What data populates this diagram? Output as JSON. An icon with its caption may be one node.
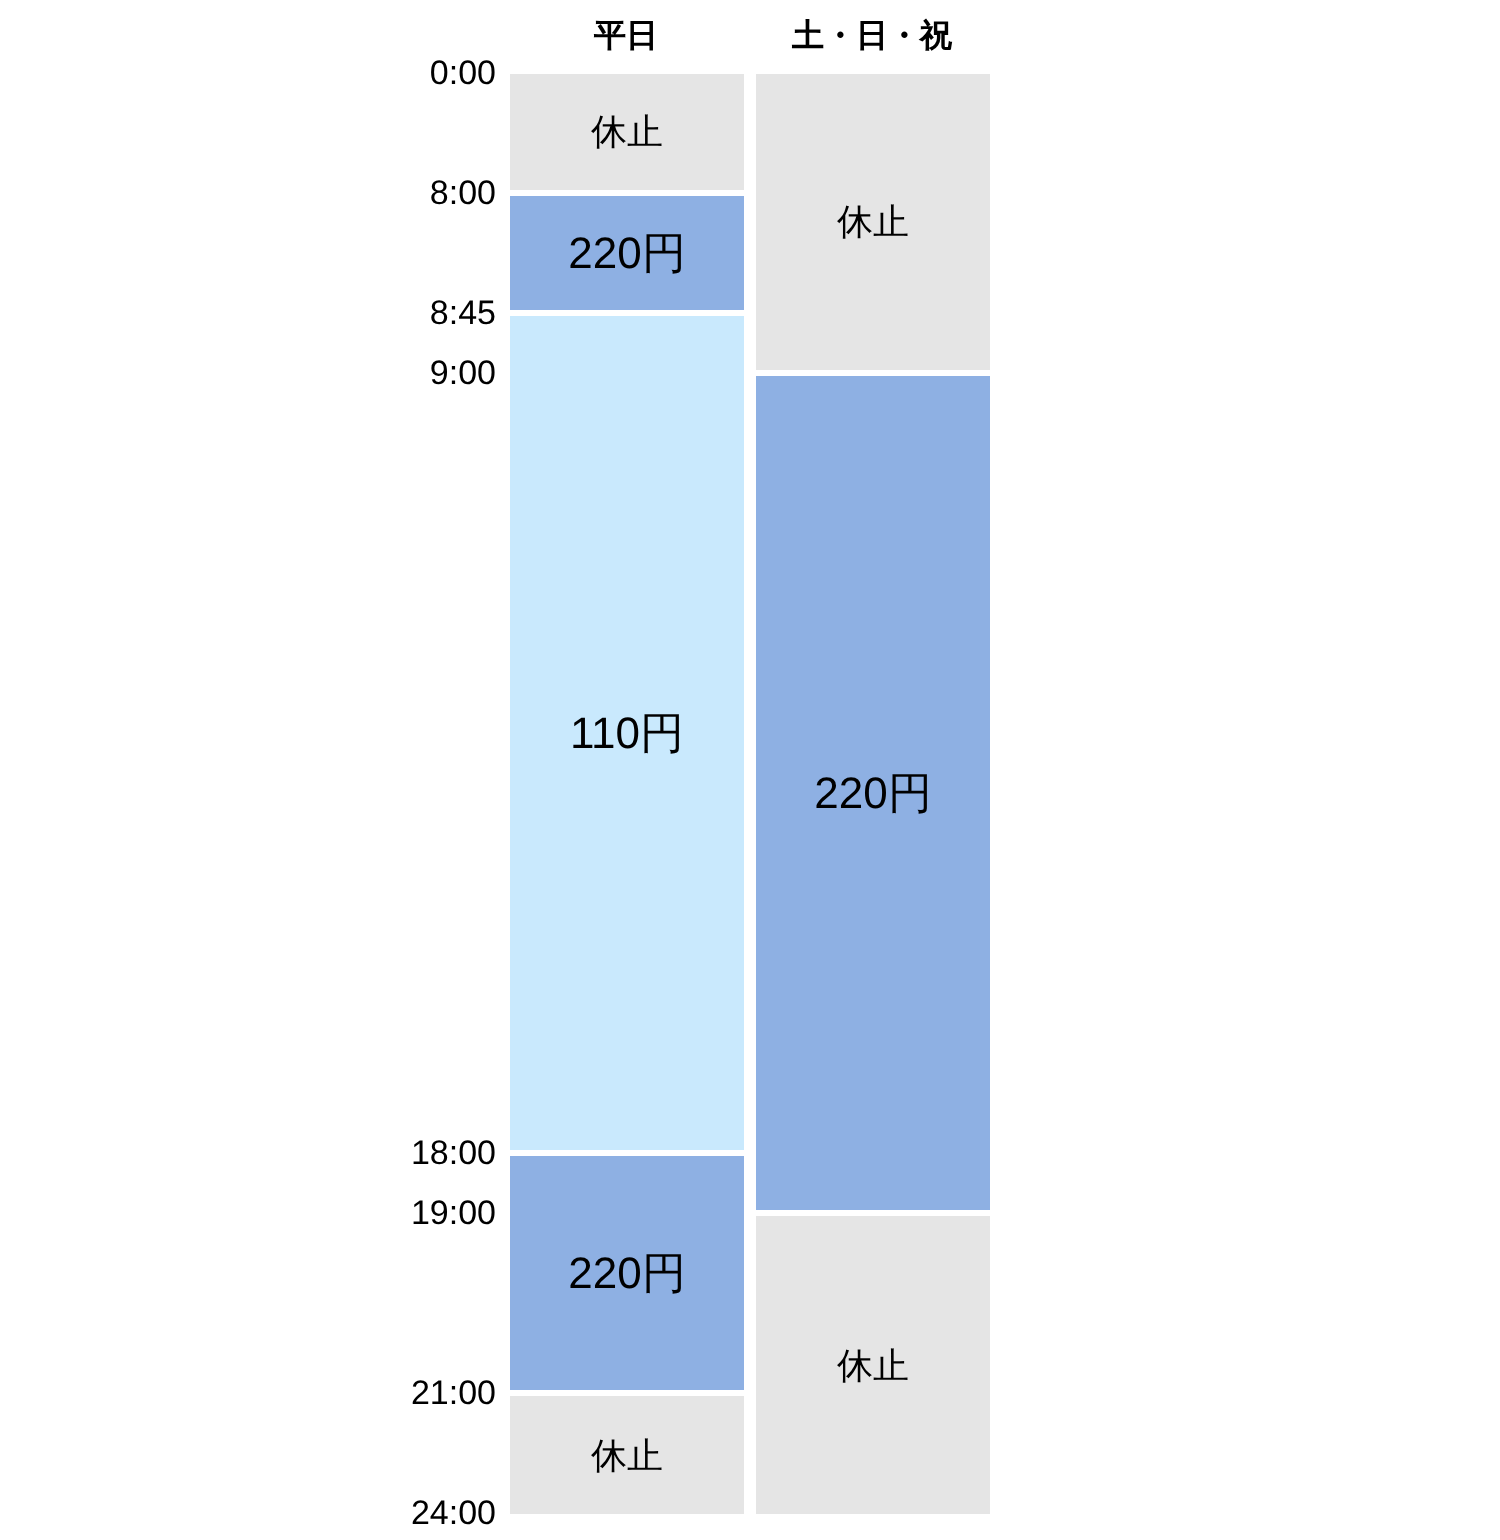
{
  "diagram": {
    "nodes": [
      {
        "text": [
          "休止"
        ]
      },
      {
        "text": [
          "220円"
        ]
      },
      {
        "text": [
          "110円"
        ]
      },
      {
        "text": [
          "220円"
        ]
      },
      {
        "text": [
          "休止"
        ]
      },
      {
        "text": [
          "休止"
        ]
      },
      {
        "text": [
          "220円"
        ]
      },
      {
        "text": [
          "休止"
        ]
      }
    ],
    "labels": [
      "平日",
      "土・日・祝",
      "0:00",
      "8:00",
      "8:45",
      "9:00",
      "18:00",
      "19:00",
      "21:00",
      "24:00"
    ]
  }
}
